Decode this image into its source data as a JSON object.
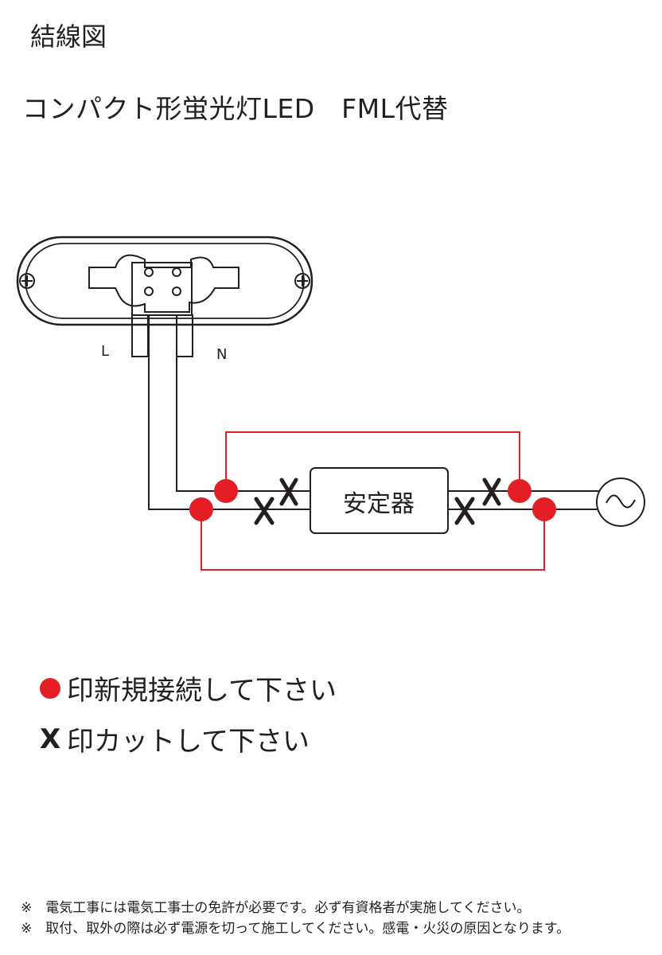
{
  "title": "結線図",
  "subtitle": "コンパクト形蛍光灯LED　FML代替",
  "diagram": {
    "label_l": "L",
    "label_n": "N",
    "ballast_label": "安定器",
    "power_symbol": "ac-source-icon",
    "colors": {
      "wire": "#231f20",
      "new_connection": "#e31e24"
    }
  },
  "legend": {
    "dot_text": "印新規接続して下さい",
    "x_symbol": "X",
    "x_text": "印カットして下さい"
  },
  "notes": [
    "※　電気工事には電気工事士の免許が必要です。必ず有資格者が実施してください。",
    "※　取付、取外の際は必ず電源を切って施工してください。感電・火災の原因となります。"
  ]
}
